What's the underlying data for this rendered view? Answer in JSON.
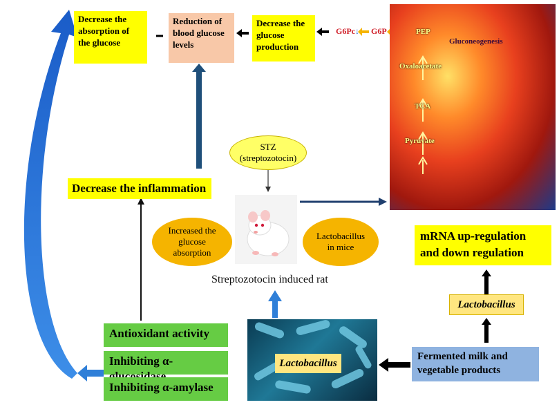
{
  "top": {
    "absorption": "Decrease the absorption of the glucose",
    "reduction": "Reduction of blood glucose levels",
    "production": "Decrease the glucose production",
    "g6pc": "G6Pc",
    "g6p": "G6P"
  },
  "liver": {
    "pep": "PEP",
    "gluconeogenesis": "Gluconeogenesis",
    "oxaloacetate": "Oxaloacetate",
    "tca": "TCA",
    "pyruvate": "Pyruvate"
  },
  "center": {
    "stz": "STZ (streptozotocin)",
    "increased": "Increased the glucose absorption",
    "lacto_mice": "Lactobacillus in mice",
    "rat_caption": "Streptozotocin induced rat"
  },
  "left": {
    "inflammation": "Decrease the inflammation",
    "antioxidant": "Antioxidant activity",
    "glucosidase": "Inhibiting α-glucosidase",
    "amylase": "Inhibiting α-amylase"
  },
  "right": {
    "mrna": "mRNA up-regulation and down regulation",
    "lacto_box": "Lactobacillus",
    "fermented": "Fermented milk and vegetable products"
  },
  "bottom": {
    "lacto_bacteria": "Lactobacillus"
  },
  "colors": {
    "yellow": "#ffff00",
    "peach": "#f8c8a8",
    "green": "#66cc44",
    "blue_box": "#8fb3e0",
    "oval_orange": "#f5b400",
    "oval_yellow": "#ffff66",
    "arrow_blue": "#1f5fa8",
    "liver_red": "#e8401e"
  }
}
